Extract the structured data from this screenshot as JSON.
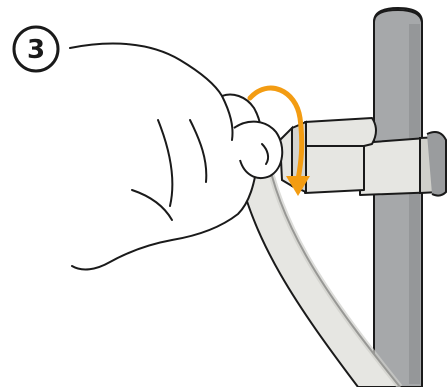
{
  "step": {
    "number": "3"
  },
  "figure": {
    "elements": [
      "step-badge",
      "vertical-pole",
      "hand",
      "strap-band",
      "buckle",
      "rotation-arrow"
    ],
    "colors": {
      "pole": "#a6a8aa",
      "pole_shadow": "#8a8c8e",
      "strap": "#e6e6e2",
      "strap_shade": "#cfcfca",
      "outline": "#1a1a1a",
      "arrow": "#f39c12",
      "hand_fill": "#ffffff"
    },
    "icons": {
      "rotation-arrow": "curved-arrow-clockwise-down"
    }
  }
}
